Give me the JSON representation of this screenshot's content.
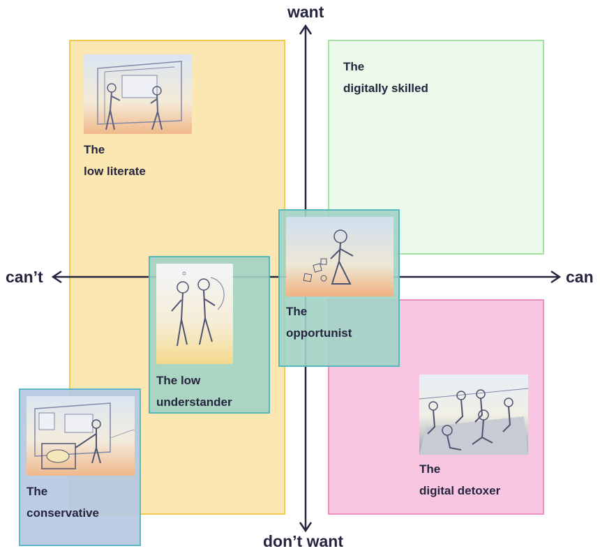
{
  "axes": {
    "top": "want",
    "bottom": "don’t want",
    "left": "can’t",
    "right": "can"
  },
  "quadrants": {
    "low_literate": {
      "line1": "The",
      "line2": "low literate",
      "illustration": "two-people-at-bus-shelter-sketch"
    },
    "digitally_skilled": {
      "line1": "The",
      "line2": "digitally skilled"
    },
    "digital_detoxer": {
      "line1": "The",
      "line2": "digital detoxer",
      "illustration": "group-in-waiting-room-sketch"
    }
  },
  "center_boxes": {
    "low_understander": {
      "line1": "The low",
      "line2": "understander",
      "illustration": "elderly-couple-walking-sketch"
    },
    "opportunist": {
      "line1": "The",
      "line2": "opportunist",
      "illustration": "woman-with-phone-and-floating-apps-sketch"
    },
    "conservative": {
      "line1": "The",
      "line2": "conservative",
      "illustration": "bus-shelter-with-person-sketch"
    }
  },
  "colors": {
    "axis": "#25253f",
    "low_literate_fill": "#fae7b1",
    "low_literate_border": "#f1c94f",
    "digitally_skilled_fill": "#ebf9ea",
    "digitally_skilled_border": "#a4e2a2",
    "digital_detoxer_fill": "#f8c6e0",
    "digital_detoxer_border": "#eb91bd",
    "teal_fill": "#a2d3c5",
    "teal_border": "#56b8bd",
    "conservative_fill": "#b6c8e2",
    "conservative_border": "#59b8c9"
  }
}
